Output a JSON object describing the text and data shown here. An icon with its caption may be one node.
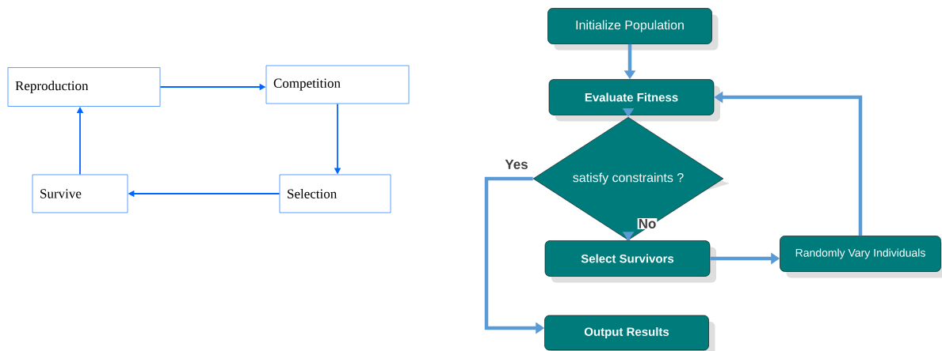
{
  "diagram": {
    "nodes": [
      {
        "text": [
          "Reproduction"
        ]
      },
      {
        "text": [
          "Competition"
        ]
      },
      {
        "text": [
          "Selection"
        ]
      },
      {
        "text": [
          "Survive"
        ]
      },
      {
        "text": [
          "Initialize Population"
        ]
      },
      {
        "text": [
          "Evaluate Fitness"
        ]
      },
      {
        "text": [
          "satisfy constraints ?"
        ]
      },
      {
        "text": [
          "Select Survivors"
        ]
      },
      {
        "text": [
          "Randomly Vary Individuals"
        ]
      },
      {
        "text": [
          "Output Results"
        ]
      }
    ],
    "edges": [
      {
        "from": 0,
        "to": 1,
        "arrow": "to",
        "color": "#0066ff"
      },
      {
        "from": 1,
        "to": 2,
        "arrow": "to",
        "color": "#0066ff"
      },
      {
        "from": 2,
        "to": 3,
        "arrow": "to",
        "color": "#0066ff"
      },
      {
        "from": 3,
        "to": 0,
        "arrow": "to",
        "color": "#0066ff"
      },
      {
        "from": 4,
        "to": 5,
        "arrow": "to"
      },
      {
        "from": 5,
        "to": 6,
        "arrow": "to"
      },
      {
        "from": 6,
        "to": 9,
        "arrow": "to",
        "label": "Yes"
      },
      {
        "from": 6,
        "to": 7,
        "arrow": "to",
        "label": "No"
      },
      {
        "from": 7,
        "to": 8,
        "arrow": "to"
      },
      {
        "from": 8,
        "to": 5,
        "arrow": "to"
      }
    ]
  }
}
